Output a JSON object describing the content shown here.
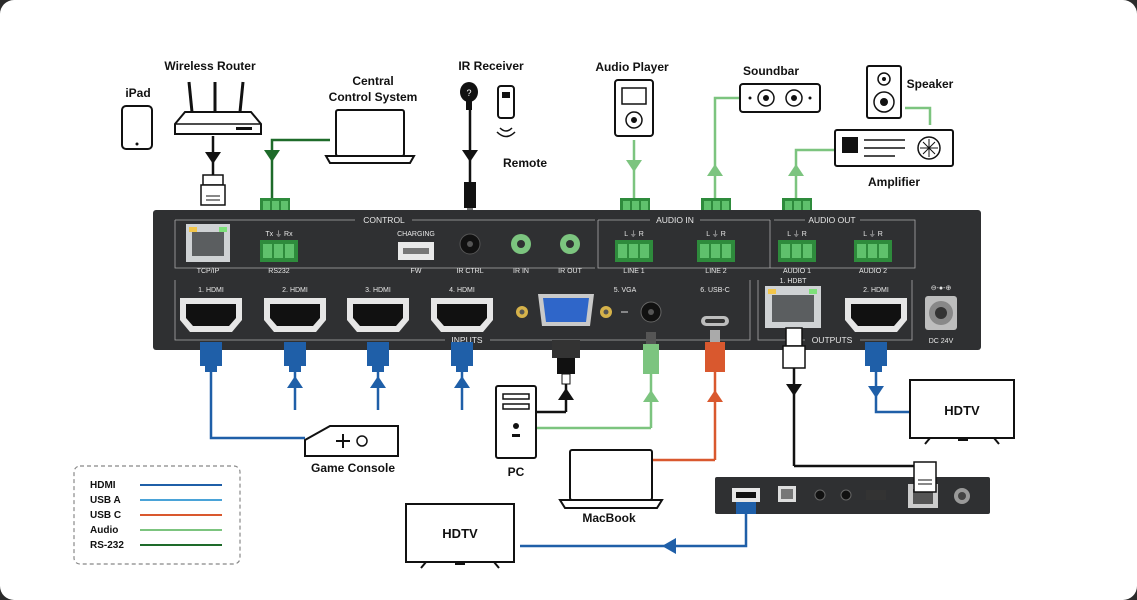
{
  "devices": {
    "wireless_router": "Wireless Router",
    "ipad": "iPad",
    "central_control": [
      "Central",
      "Control System"
    ],
    "ir_receiver": "IR Receiver",
    "remote": "Remote",
    "audio_player": "Audio Player",
    "soundbar": "Soundbar",
    "speaker": "Speaker",
    "amplifier": "Amplifier",
    "pc": "PC",
    "game_console": "Game Console",
    "macbook": "MacBook",
    "hdtv_right": "HDTV",
    "hdtv_left": "HDTV"
  },
  "panel": {
    "control": "CONTROL",
    "audio_in": "AUDIO IN",
    "audio_out": "AUDIO OUT",
    "inputs": "INPUTS",
    "outputs": "OUTPUTS",
    "tcpip": "TCP/IP",
    "rs232": "RS232",
    "txrx": "Tx  ⏚  Rx",
    "charging": "CHARGING",
    "fw": "FW",
    "ir_ctrl": "IR CTRL",
    "ir_in": "IR IN",
    "ir_out": "IR OUT",
    "lr": "L  ⏚  R",
    "line1": "LINE 1",
    "line2": "LINE 2",
    "audio1": "AUDIO 1",
    "audio2": "AUDIO 2",
    "hdmi1": "1. HDMI",
    "hdmi2": "2. HDMI",
    "hdmi3": "3. HDMI",
    "hdmi4": "4. HDMI",
    "vga": "5. VGA",
    "usbc": "6. USB-C",
    "hdbt": "1. HDBT",
    "out_hdmi": "2. HDMI",
    "dc": "DC 24V"
  },
  "legend": [
    {
      "label": "HDMI",
      "color": "#1f5fa8"
    },
    {
      "label": "USB A",
      "color": "#4aa3d8"
    },
    {
      "label": "USB C",
      "color": "#d9582e"
    },
    {
      "label": "Audio",
      "color": "#7cc47f"
    },
    {
      "label": "RS-232",
      "color": "#1e6b2a"
    }
  ],
  "colors": {
    "hdmi": "#1f5fa8",
    "usbc": "#d9582e",
    "audio": "#7cc47f",
    "rs232": "#1e6b2a",
    "panel": "#2f3032"
  }
}
